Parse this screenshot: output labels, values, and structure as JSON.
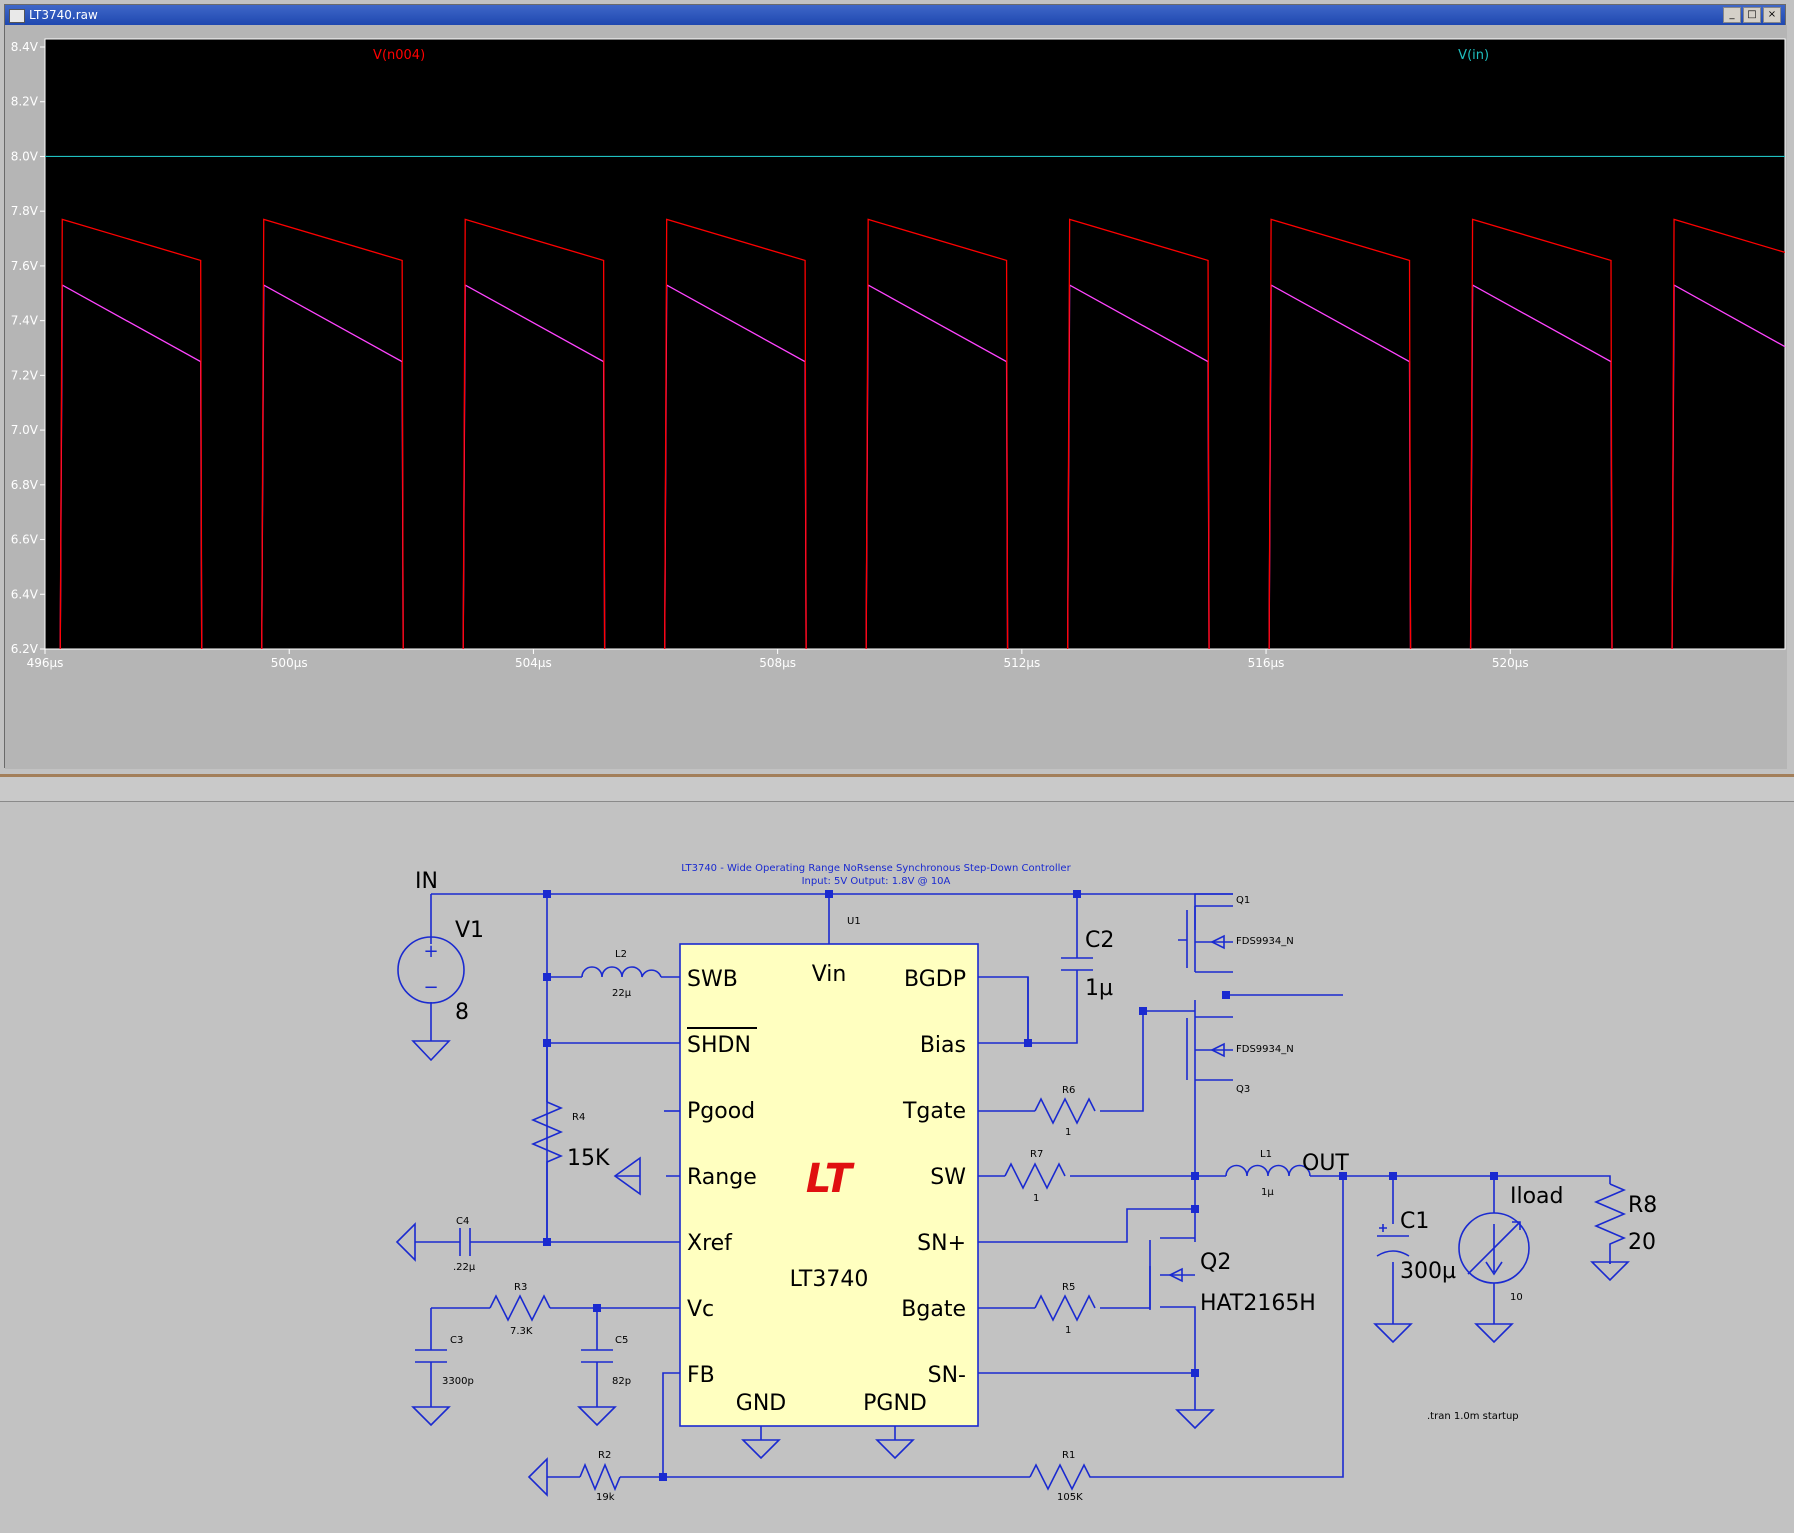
{
  "window": {
    "title": "LT3740.raw",
    "buttons": [
      "_",
      "□",
      "×"
    ]
  },
  "waveform": {
    "traces": [
      {
        "name": "V(n004)",
        "color": "#ff0000"
      },
      {
        "name": "V(in)",
        "color": "#1fbfbf"
      }
    ],
    "hidden_trace_color": "#ff44ff",
    "y_axis": {
      "min": 6.2,
      "max": 8.4,
      "ticks": [
        "8.4V",
        "8.2V",
        "8.0V",
        "7.8V",
        "7.6V",
        "7.4V",
        "7.2V",
        "7.0V",
        "6.8V",
        "6.6V",
        "6.4V",
        "6.2V"
      ]
    },
    "x_axis": {
      "min": 496,
      "max": 524.5,
      "unit": "µs",
      "ticks": [
        "496µs",
        "500µs",
        "504µs",
        "508µs",
        "512µs",
        "516µs",
        "520µs"
      ]
    },
    "vin_level": 8.0,
    "sawtooth": {
      "period": 3.3,
      "first_rise": 496.25,
      "on_time": 2.3,
      "red": {
        "peak": 7.77,
        "end": 7.62
      },
      "magenta": {
        "peak": 7.53,
        "end": 7.25
      }
    },
    "background": "#000000",
    "grid": false
  },
  "schematic": {
    "header_line1": "LT3740 - Wide Operating Range NoRsense Synchronous Step-Down Controller",
    "header_line2": "Input: 5V    Output: 1.8V @ 10A",
    "ic": {
      "ref": "U1",
      "part": "LT3740",
      "logo": "LT",
      "pins_left": [
        "SWB",
        "SHDN",
        "Pgood",
        "Range",
        "Xref",
        "Vc",
        "FB"
      ],
      "pins_right": [
        "BGDP",
        "Bias",
        "Tgate",
        "SW",
        "SN+",
        "Bgate",
        "SN-"
      ],
      "pin_top": "Vin",
      "pins_bottom": [
        "GND",
        "PGND"
      ]
    },
    "labels": {
      "in": "IN",
      "out": "OUT",
      "v1": "V1",
      "v1_value": "8",
      "l2": "L2",
      "l2_value": "22µ",
      "r4": "R4",
      "r4_value": "15K",
      "c4": "C4",
      "c4_value": ".22µ",
      "r3": "R3",
      "r3_value": "7.3K",
      "c3": "C3",
      "c3_value": "3300p",
      "c5": "C5",
      "c5_value": "82p",
      "r2": "R2",
      "r2_value": "19k",
      "r1": "R1",
      "r1_value": "105K",
      "c2": "C2",
      "c2_value": "1µ",
      "q1": "Q1",
      "q1_part": "FDS9934_N",
      "q3": "Q3",
      "q3_part": "FDS9934_N",
      "r6": "R6",
      "r6_value": "1",
      "r7": "R7",
      "r7_value": "1",
      "l1": "L1",
      "l1_value": "1µ",
      "q2": "Q2",
      "q2_part": "HAT2165H",
      "r5": "R5",
      "r5_value": "1",
      "c1": "C1",
      "c1_value": "300µ",
      "iload": "Iload",
      "iload_value": "10",
      "r8": "R8",
      "r8_value": "20",
      "directive": ".tran 1.0m startup"
    },
    "wire_color": "#1a2ad0",
    "ic_fill": "#ffffc0"
  }
}
